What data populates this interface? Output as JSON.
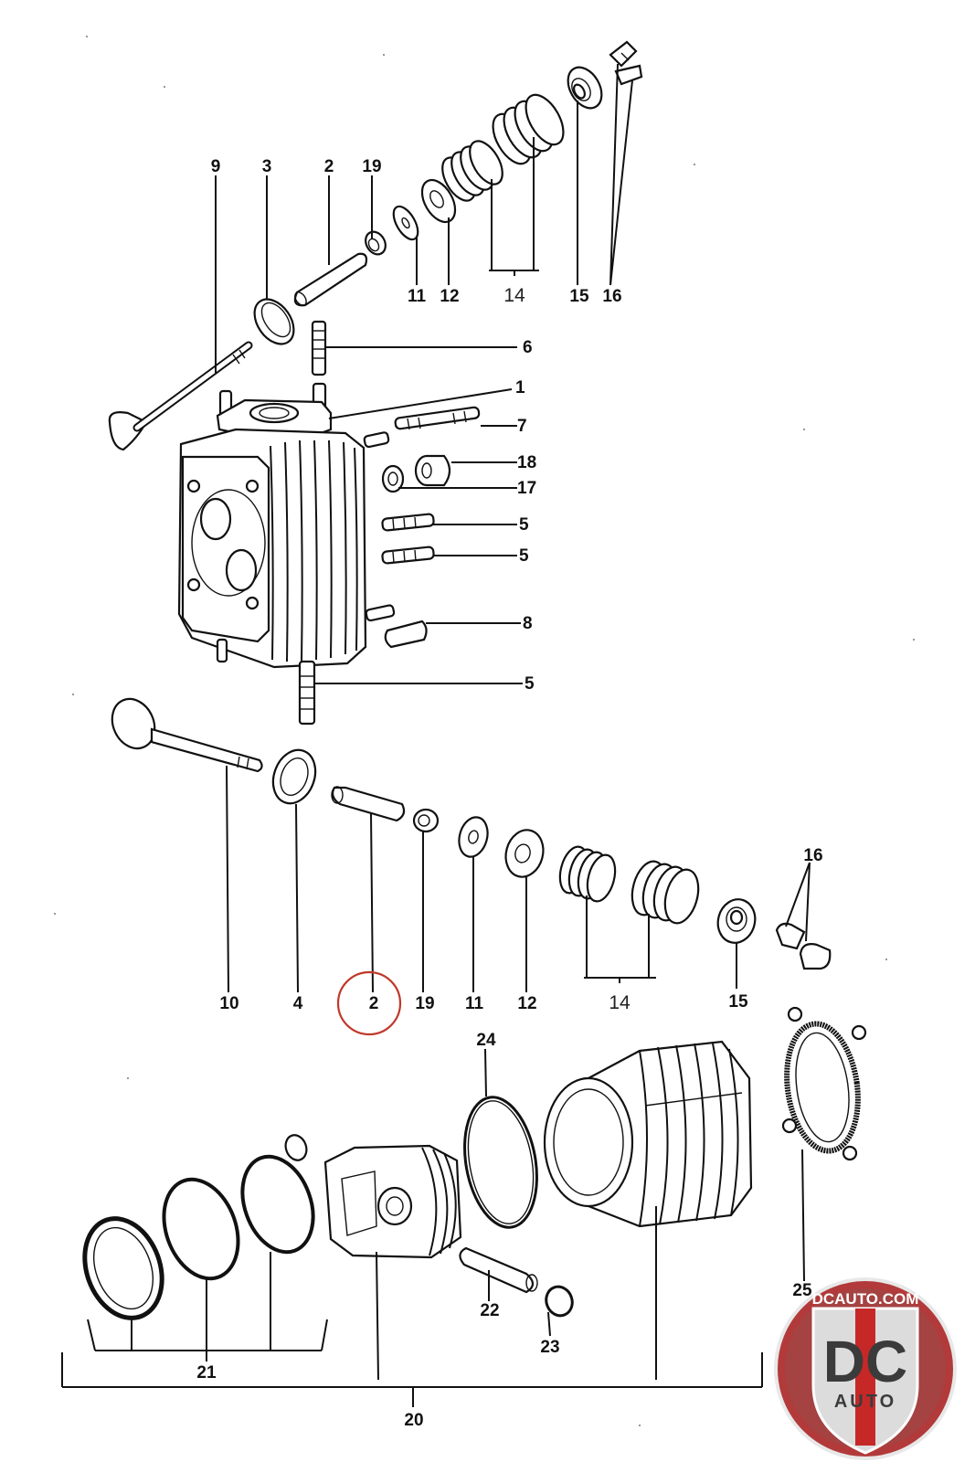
{
  "part_labels": {
    "top_9": "9",
    "top_3": "3",
    "top_2": "2",
    "top_19": "19",
    "top_11": "11",
    "top_12": "12",
    "top_14": "14",
    "top_15": "15",
    "top_16": "16",
    "side_6": "6",
    "side_1": "1",
    "side_7": "7",
    "side_18": "18",
    "side_17": "17",
    "side_5a": "5",
    "side_5b": "5",
    "side_8": "8",
    "side_5c": "5",
    "mid_10": "10",
    "mid_4": "4",
    "mid_2": "2",
    "mid_19": "19",
    "mid_11": "11",
    "mid_12": "12",
    "mid_14": "14",
    "mid_15": "15",
    "mid_16": "16",
    "bot_24": "24",
    "bot_25": "25",
    "bot_22": "22",
    "bot_23": "23",
    "bot_21": "21",
    "bot_20": "20"
  },
  "highlight": {
    "target_label": "2",
    "color": "#c0392b"
  },
  "logo": {
    "site": "DCAUTO.COM",
    "letters": "DC",
    "word": "AUTO",
    "colors": {
      "red": "#c62828",
      "dark": "#3b3b3b",
      "silver": "#dcdcdc"
    }
  }
}
